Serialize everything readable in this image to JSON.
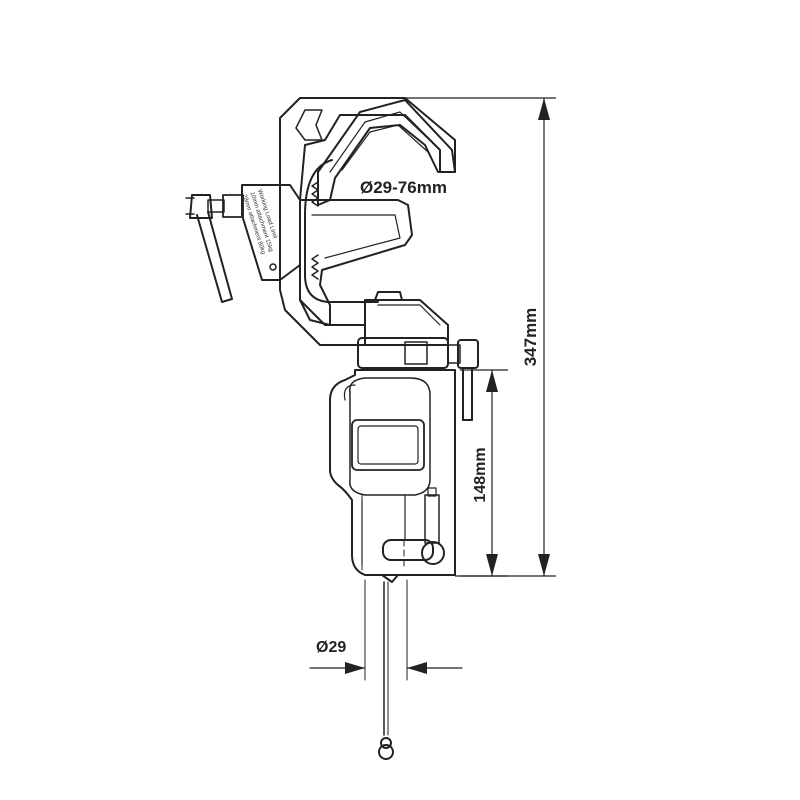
{
  "dimensions": {
    "clamp_range": "Ø29-76mm",
    "total_height": "347mm",
    "body_height": "148mm",
    "spigot_diameter": "Ø29"
  },
  "label_plate": {
    "line1": "Working Load Limit",
    "line2": "10mm attachment 15kg",
    "line3": "28mm attachment 80kg"
  },
  "colors": {
    "line": "#222222",
    "fill": "#ffffff"
  }
}
